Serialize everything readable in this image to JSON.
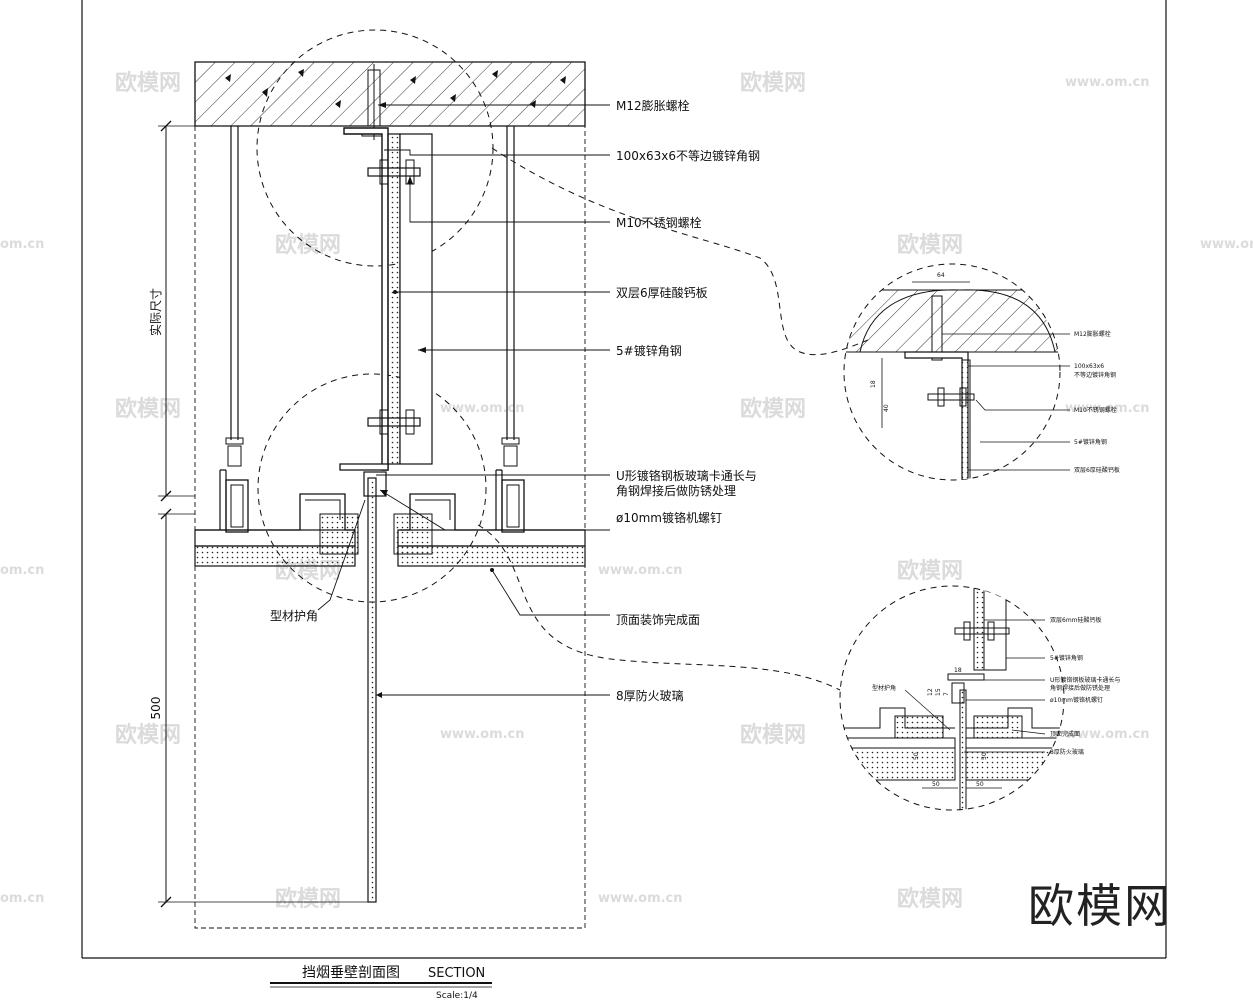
{
  "labels": {
    "m12": "M12膨胀螺栓",
    "angle_100": "100x63x6不等边镀锌角钢",
    "m10": "M10不锈钢螺栓",
    "board": "双层6厚硅酸钙板",
    "angle5": "5#镀锌角钢",
    "u_channel_1": "U形镀铬钢板玻璃卡通长与",
    "u_channel_2": "角钢焊接后做防锈处理",
    "screw": "ø10mm镀铬机螺钉",
    "edge_trim": "型材护角",
    "ceiling_finish": "顶面装饰完成面",
    "glass": "8厚防火玻璃"
  },
  "dims": {
    "actual_size": "实际尺寸",
    "height_500": "500"
  },
  "detail1": {
    "dim_64": "64",
    "dim_18": "18",
    "dim_40": "40",
    "m12": "M12膨胀螺栓",
    "angle_100_a": "100x63x6",
    "angle_100_b": "不等边镀锌角钢",
    "m10": "M10不锈钢螺栓",
    "angle5": "5#镀锌角钢",
    "board": "双层6厚硅酸钙板"
  },
  "detail2": {
    "board": "双层6mm硅酸钙板",
    "angle5": "5#镀锌角钢",
    "u_a": "U形镀铬钢板玻璃卡通长与",
    "u_b": "角钢焊接后做防锈处理",
    "screw": "ø10mm镀铬机螺钉",
    "edge_trim": "型材护角",
    "finish": "顶面完成面",
    "glass": "8厚防火玻璃",
    "dim_18": "18",
    "dim_50": "50",
    "dim_12": "12",
    "dim_15": "15",
    "dim_7": "7"
  },
  "title": {
    "main": "挡烟垂壁剖面图",
    "section": "SECTION",
    "scale": "Scale:1/4"
  },
  "watermark": {
    "text": "欧模网",
    "url": "www.om.cn",
    "url_short": "om.cn",
    "brand": "欧模网"
  }
}
